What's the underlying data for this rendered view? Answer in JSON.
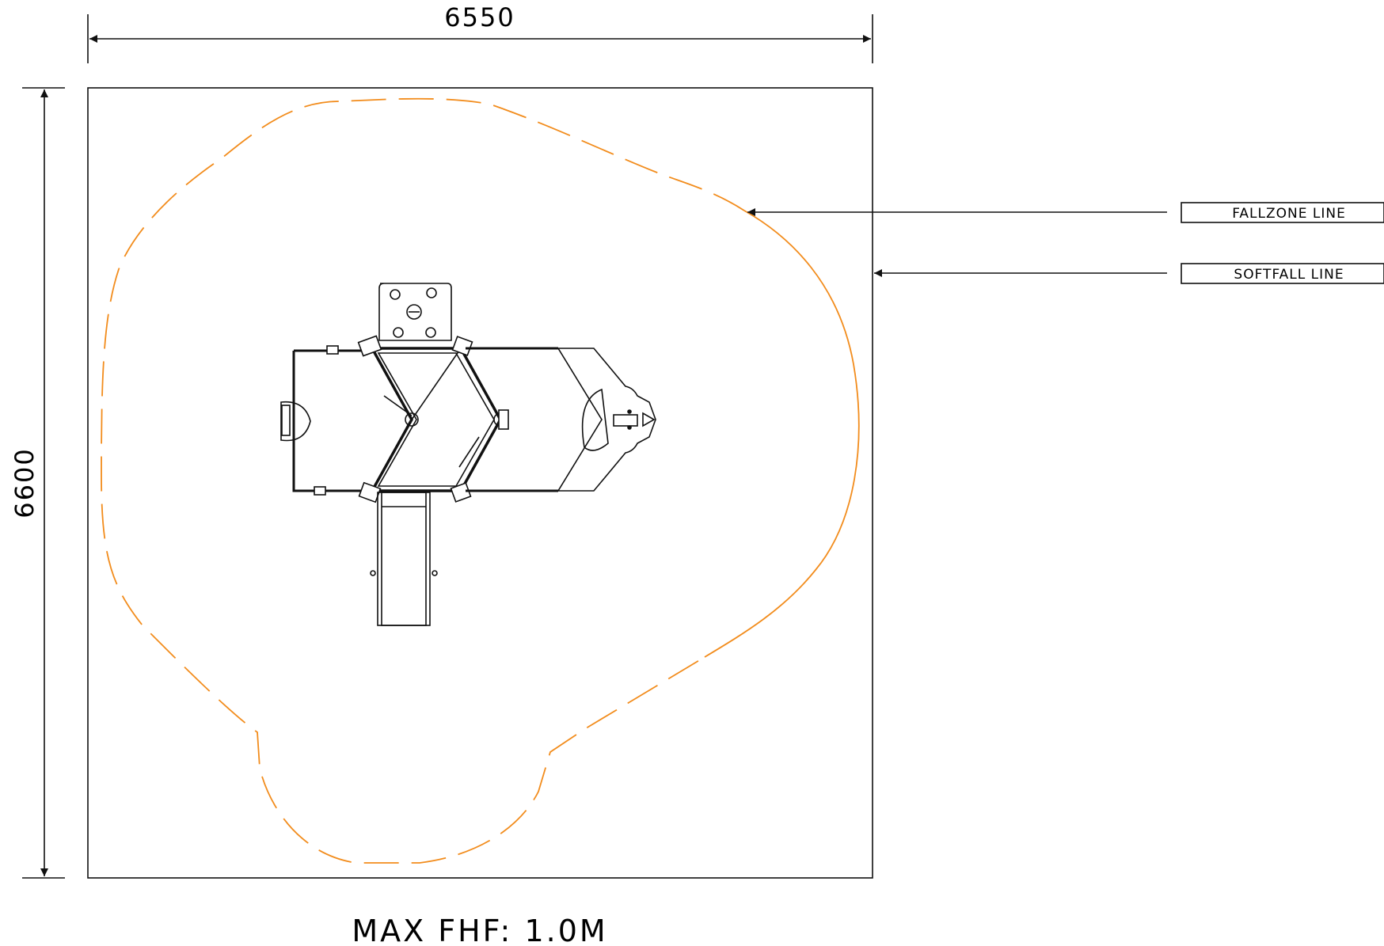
{
  "dimensions": {
    "width_label": "6550",
    "height_label": "6600"
  },
  "callouts": {
    "fallzone_label": "FALLZONE LINE",
    "softfall_label": "SOFTFALL LINE"
  },
  "caption": "MAX FHF: 1.0M",
  "colors": {
    "fallzone": "#f28c1c",
    "ink": "#111111"
  }
}
